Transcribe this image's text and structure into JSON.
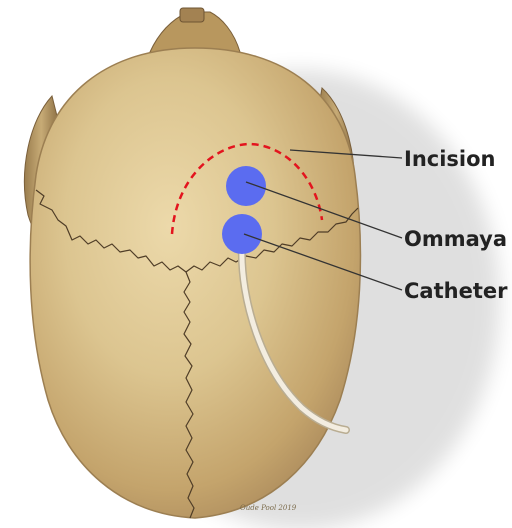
{
  "labels": {
    "incision": "Incision",
    "ommaya": "Ommaya",
    "catheter": "Catheter"
  },
  "signature": "Oude Pool 2019",
  "colors": {
    "background": "#ffffff",
    "bone": "#d8c394",
    "incision_line": "#e3141e",
    "ommaya_disc": "#5b6cf0",
    "catheter_tube": "#ece5d4",
    "leader_line": "#333333"
  }
}
